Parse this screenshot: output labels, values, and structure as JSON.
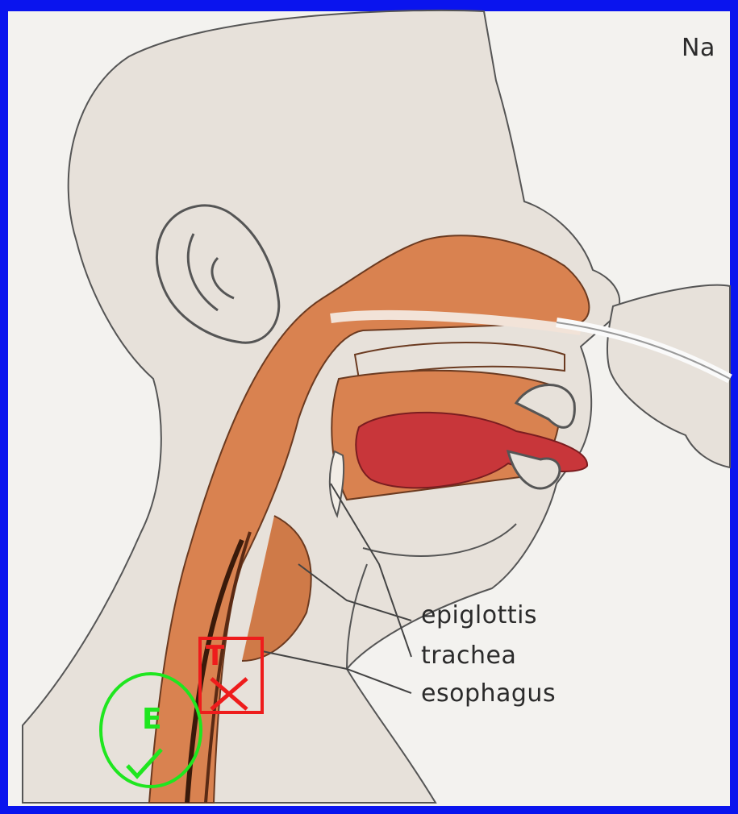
{
  "labels": {
    "nasal_partial": "Na",
    "epiglottis": "epiglottis",
    "trachea": "trachea",
    "esophagus": "esophagus"
  },
  "markers": {
    "trachea_marker": {
      "letter": "T",
      "status": "incorrect",
      "color": "#ee1c1c"
    },
    "esophagus_marker": {
      "letter": "E",
      "status": "correct",
      "color": "#1fe61f"
    }
  },
  "colors": {
    "frame": "#0a14ee",
    "skin": "#e7e1da",
    "tissue": "#d98250",
    "tongue": "#c8363a"
  }
}
